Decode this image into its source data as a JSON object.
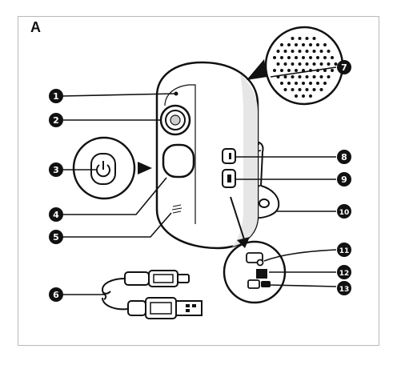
{
  "figure": {
    "panel_label": "A",
    "callouts": [
      {
        "id": "1",
        "number": "1"
      },
      {
        "id": "2",
        "number": "2"
      },
      {
        "id": "3",
        "number": "3"
      },
      {
        "id": "4",
        "number": "4"
      },
      {
        "id": "5",
        "number": "5"
      },
      {
        "id": "6",
        "number": "6"
      },
      {
        "id": "7",
        "number": "7"
      },
      {
        "id": "8",
        "number": "8"
      },
      {
        "id": "9",
        "number": "9"
      },
      {
        "id": "10",
        "number": "10"
      },
      {
        "id": "11",
        "number": "11"
      },
      {
        "id": "12",
        "number": "12"
      },
      {
        "id": "13",
        "number": "13"
      }
    ],
    "colors": {
      "ink": "#111111",
      "frame": "#b8b8b8",
      "camera_body": "#ffffff",
      "shade": "#e6e6e6"
    }
  }
}
